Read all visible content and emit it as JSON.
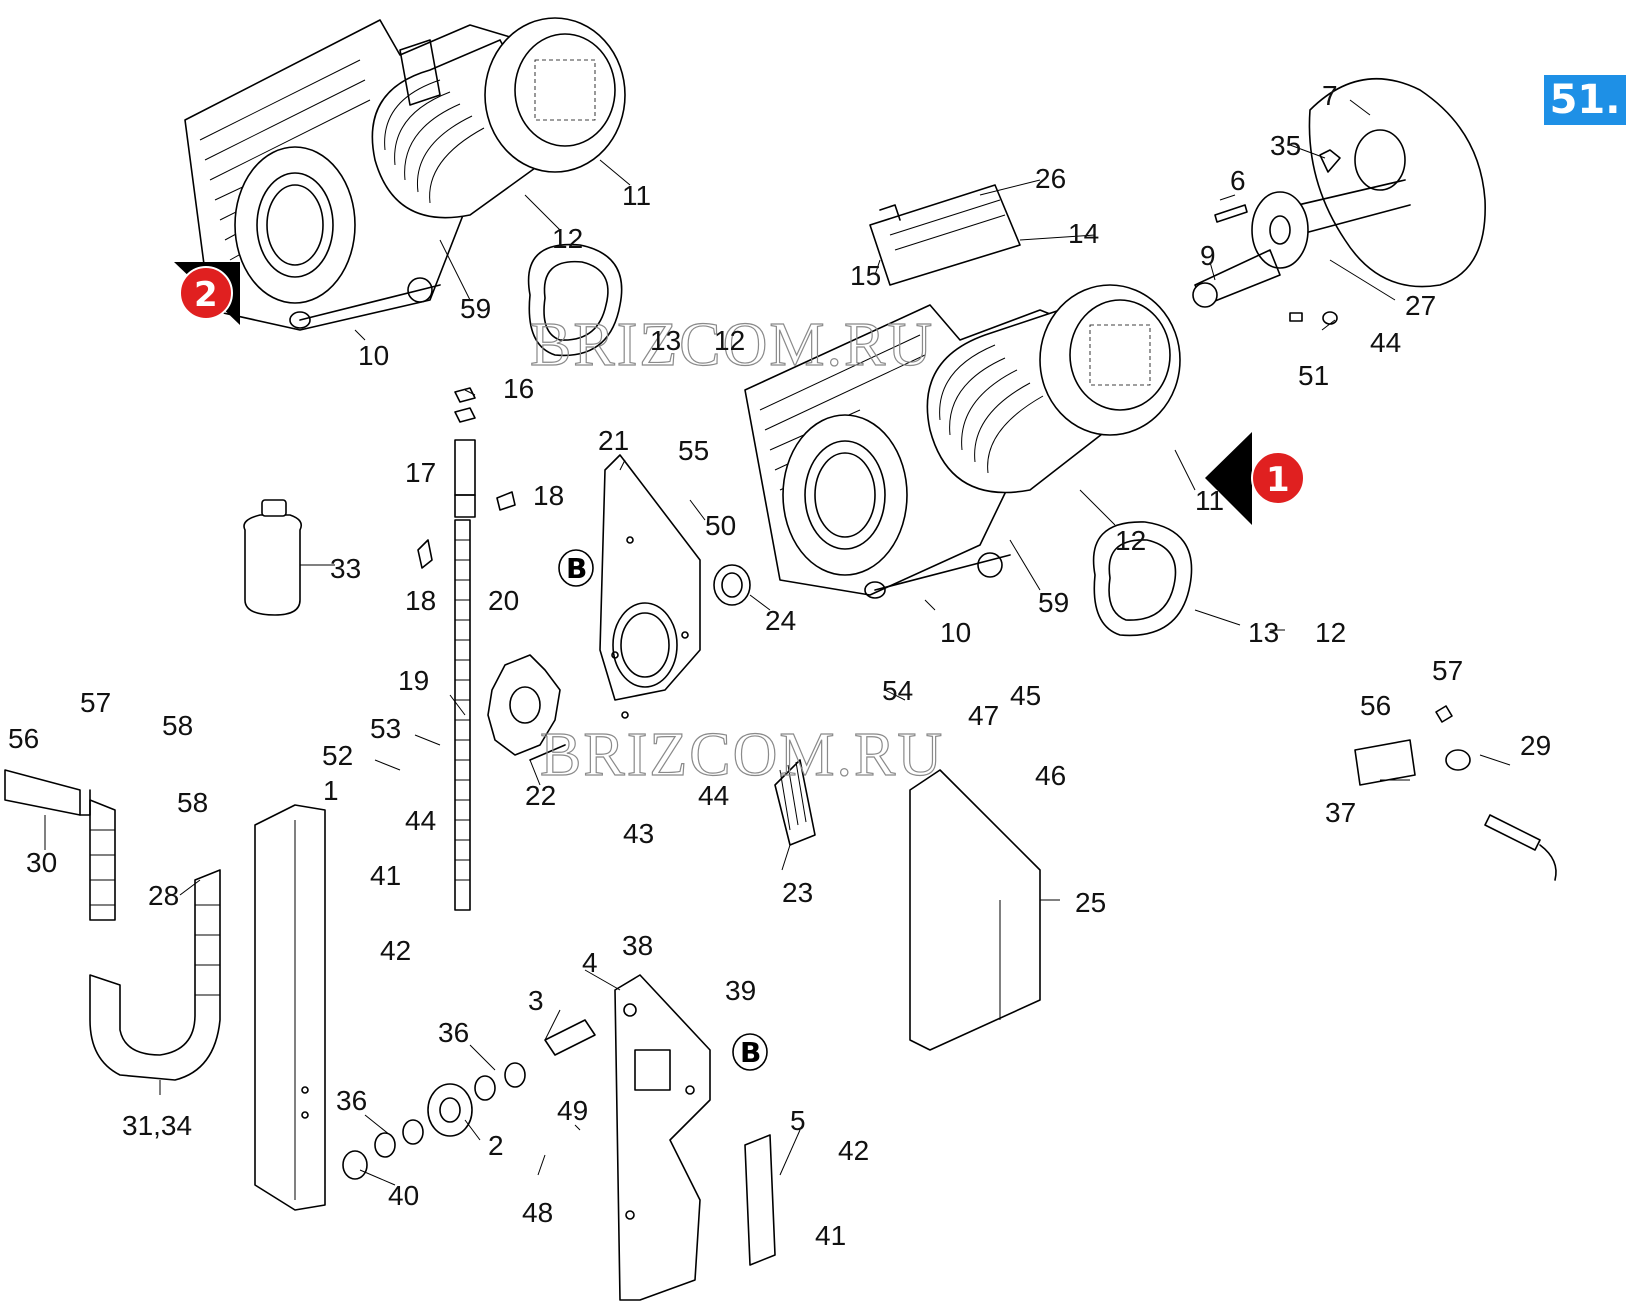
{
  "page_badge": "51.",
  "watermarks": [
    "BRIZCOM.RU",
    "BRIZCOM.RU"
  ],
  "ref_markers": [
    {
      "id": "ref-2",
      "text": "2"
    },
    {
      "id": "ref-1",
      "text": "1"
    }
  ],
  "detail_markers": [
    "B",
    "B"
  ],
  "colors": {
    "badge": "#1e90e6",
    "marker": "#e02020",
    "line": "#000000"
  },
  "callouts": [
    {
      "key": "c1",
      "text": "7"
    },
    {
      "key": "c2",
      "text": "35"
    },
    {
      "key": "c3",
      "text": "6"
    },
    {
      "key": "c4",
      "text": "9"
    },
    {
      "key": "c5",
      "text": "27"
    },
    {
      "key": "c6",
      "text": "44"
    },
    {
      "key": "c7",
      "text": "51"
    },
    {
      "key": "c8",
      "text": "26"
    },
    {
      "key": "c9",
      "text": "14"
    },
    {
      "key": "c10",
      "text": "15"
    },
    {
      "key": "c11",
      "text": "11"
    },
    {
      "key": "c12",
      "text": "12"
    },
    {
      "key": "c13",
      "text": "59"
    },
    {
      "key": "c14",
      "text": "10"
    },
    {
      "key": "c15",
      "text": "13"
    },
    {
      "key": "c16",
      "text": "12"
    },
    {
      "key": "c17",
      "text": "16"
    },
    {
      "key": "c18",
      "text": "17"
    },
    {
      "key": "c19",
      "text": "18"
    },
    {
      "key": "c20",
      "text": "18"
    },
    {
      "key": "c21",
      "text": "33"
    },
    {
      "key": "c22",
      "text": "21"
    },
    {
      "key": "c23",
      "text": "55"
    },
    {
      "key": "c24",
      "text": "50"
    },
    {
      "key": "c25",
      "text": "24"
    },
    {
      "key": "c26",
      "text": "20"
    },
    {
      "key": "c27",
      "text": "19"
    },
    {
      "key": "c28",
      "text": "53"
    },
    {
      "key": "c29",
      "text": "52"
    },
    {
      "key": "c30",
      "text": "44"
    },
    {
      "key": "c31",
      "text": "22"
    },
    {
      "key": "c32",
      "text": "11"
    },
    {
      "key": "c33",
      "text": "12"
    },
    {
      "key": "c34",
      "text": "59"
    },
    {
      "key": "c35",
      "text": "10"
    },
    {
      "key": "c36",
      "text": "13"
    },
    {
      "key": "c37",
      "text": "12"
    },
    {
      "key": "c38",
      "text": "54"
    },
    {
      "key": "c39",
      "text": "47"
    },
    {
      "key": "c40",
      "text": "45"
    },
    {
      "key": "c41",
      "text": "46"
    },
    {
      "key": "c42",
      "text": "43"
    },
    {
      "key": "c43",
      "text": "44"
    },
    {
      "key": "c44",
      "text": "23"
    },
    {
      "key": "c45",
      "text": "25"
    },
    {
      "key": "c46",
      "text": "57"
    },
    {
      "key": "c47",
      "text": "56"
    },
    {
      "key": "c48",
      "text": "29"
    },
    {
      "key": "c49",
      "text": "37"
    },
    {
      "key": "c50",
      "text": "56"
    },
    {
      "key": "c51",
      "text": "57"
    },
    {
      "key": "c52",
      "text": "58"
    },
    {
      "key": "c53",
      "text": "58"
    },
    {
      "key": "c54",
      "text": "30"
    },
    {
      "key": "c55",
      "text": "28"
    },
    {
      "key": "c56",
      "text": "31,34"
    },
    {
      "key": "c57",
      "text": "1"
    },
    {
      "key": "c58",
      "text": "41"
    },
    {
      "key": "c59",
      "text": "42"
    },
    {
      "key": "c60",
      "text": "4"
    },
    {
      "key": "c61",
      "text": "38"
    },
    {
      "key": "c62",
      "text": "39"
    },
    {
      "key": "c63",
      "text": "3"
    },
    {
      "key": "c64",
      "text": "36"
    },
    {
      "key": "c65",
      "text": "36"
    },
    {
      "key": "c66",
      "text": "2"
    },
    {
      "key": "c67",
      "text": "40"
    },
    {
      "key": "c68",
      "text": "49"
    },
    {
      "key": "c69",
      "text": "48"
    },
    {
      "key": "c70",
      "text": "5"
    },
    {
      "key": "c71",
      "text": "42"
    },
    {
      "key": "c72",
      "text": "41"
    }
  ]
}
